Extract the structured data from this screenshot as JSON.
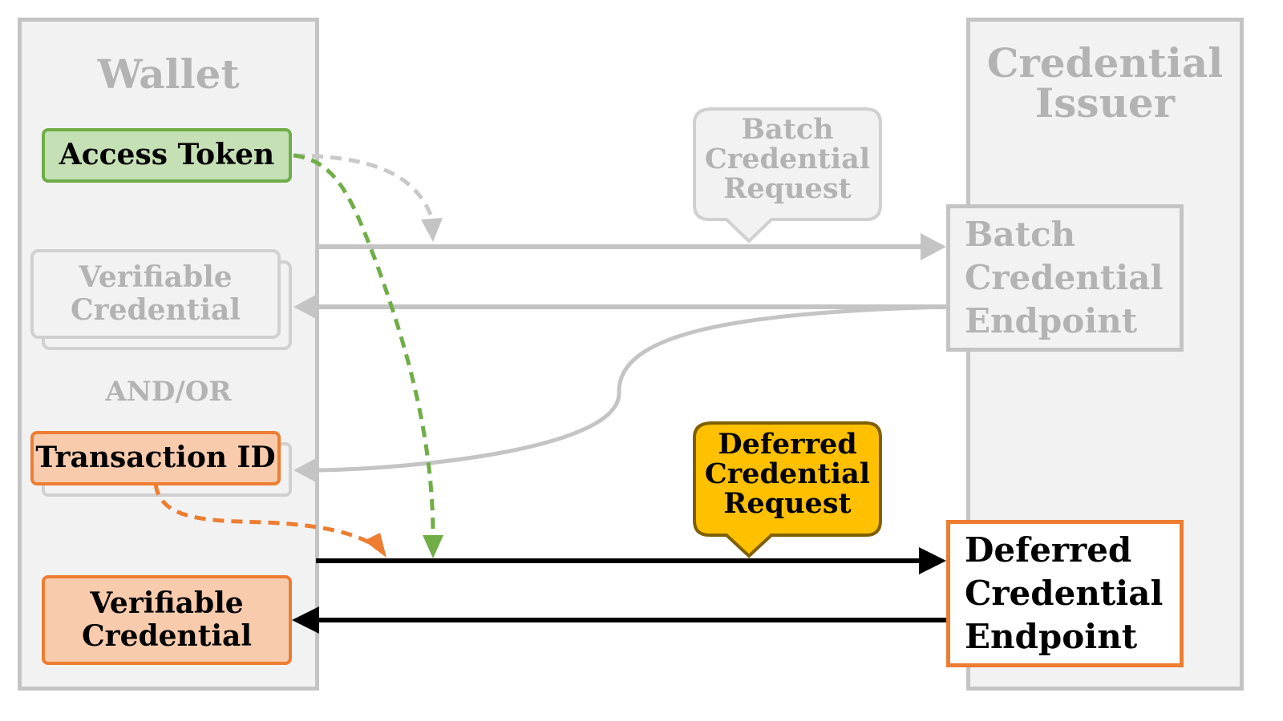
{
  "wallet": {
    "title": "Wallet",
    "access_token": "Access Token",
    "batch_vc": [
      "Verifiable",
      "Credential"
    ],
    "and_or": "AND/OR",
    "transaction_id": "Transaction ID",
    "deferred_vc": [
      "Verifiable",
      "Credential"
    ]
  },
  "issuer": {
    "title": [
      "Credential",
      "Issuer"
    ],
    "batch_endpoint": [
      "Batch",
      "Credential",
      "Endpoint"
    ],
    "deferred_endpoint": [
      "Deferred",
      "Credential",
      "Endpoint"
    ]
  },
  "callouts": {
    "batch_request": [
      "Batch",
      "Credential",
      "Request"
    ],
    "deferred_request": [
      "Deferred",
      "Credential",
      "Request"
    ]
  },
  "colors": {
    "column_bg": "#f2f2f2",
    "column_border": "#c4c4c4",
    "muted_text": "#b3b3b3",
    "green_fill": "#c5e0b4",
    "green_border": "#70ad47",
    "orange_fill": "#f8cbad",
    "orange_border": "#ed7d31",
    "yellow_fill": "#ffc000",
    "yellow_border": "#7f6000",
    "black": "#000000"
  }
}
